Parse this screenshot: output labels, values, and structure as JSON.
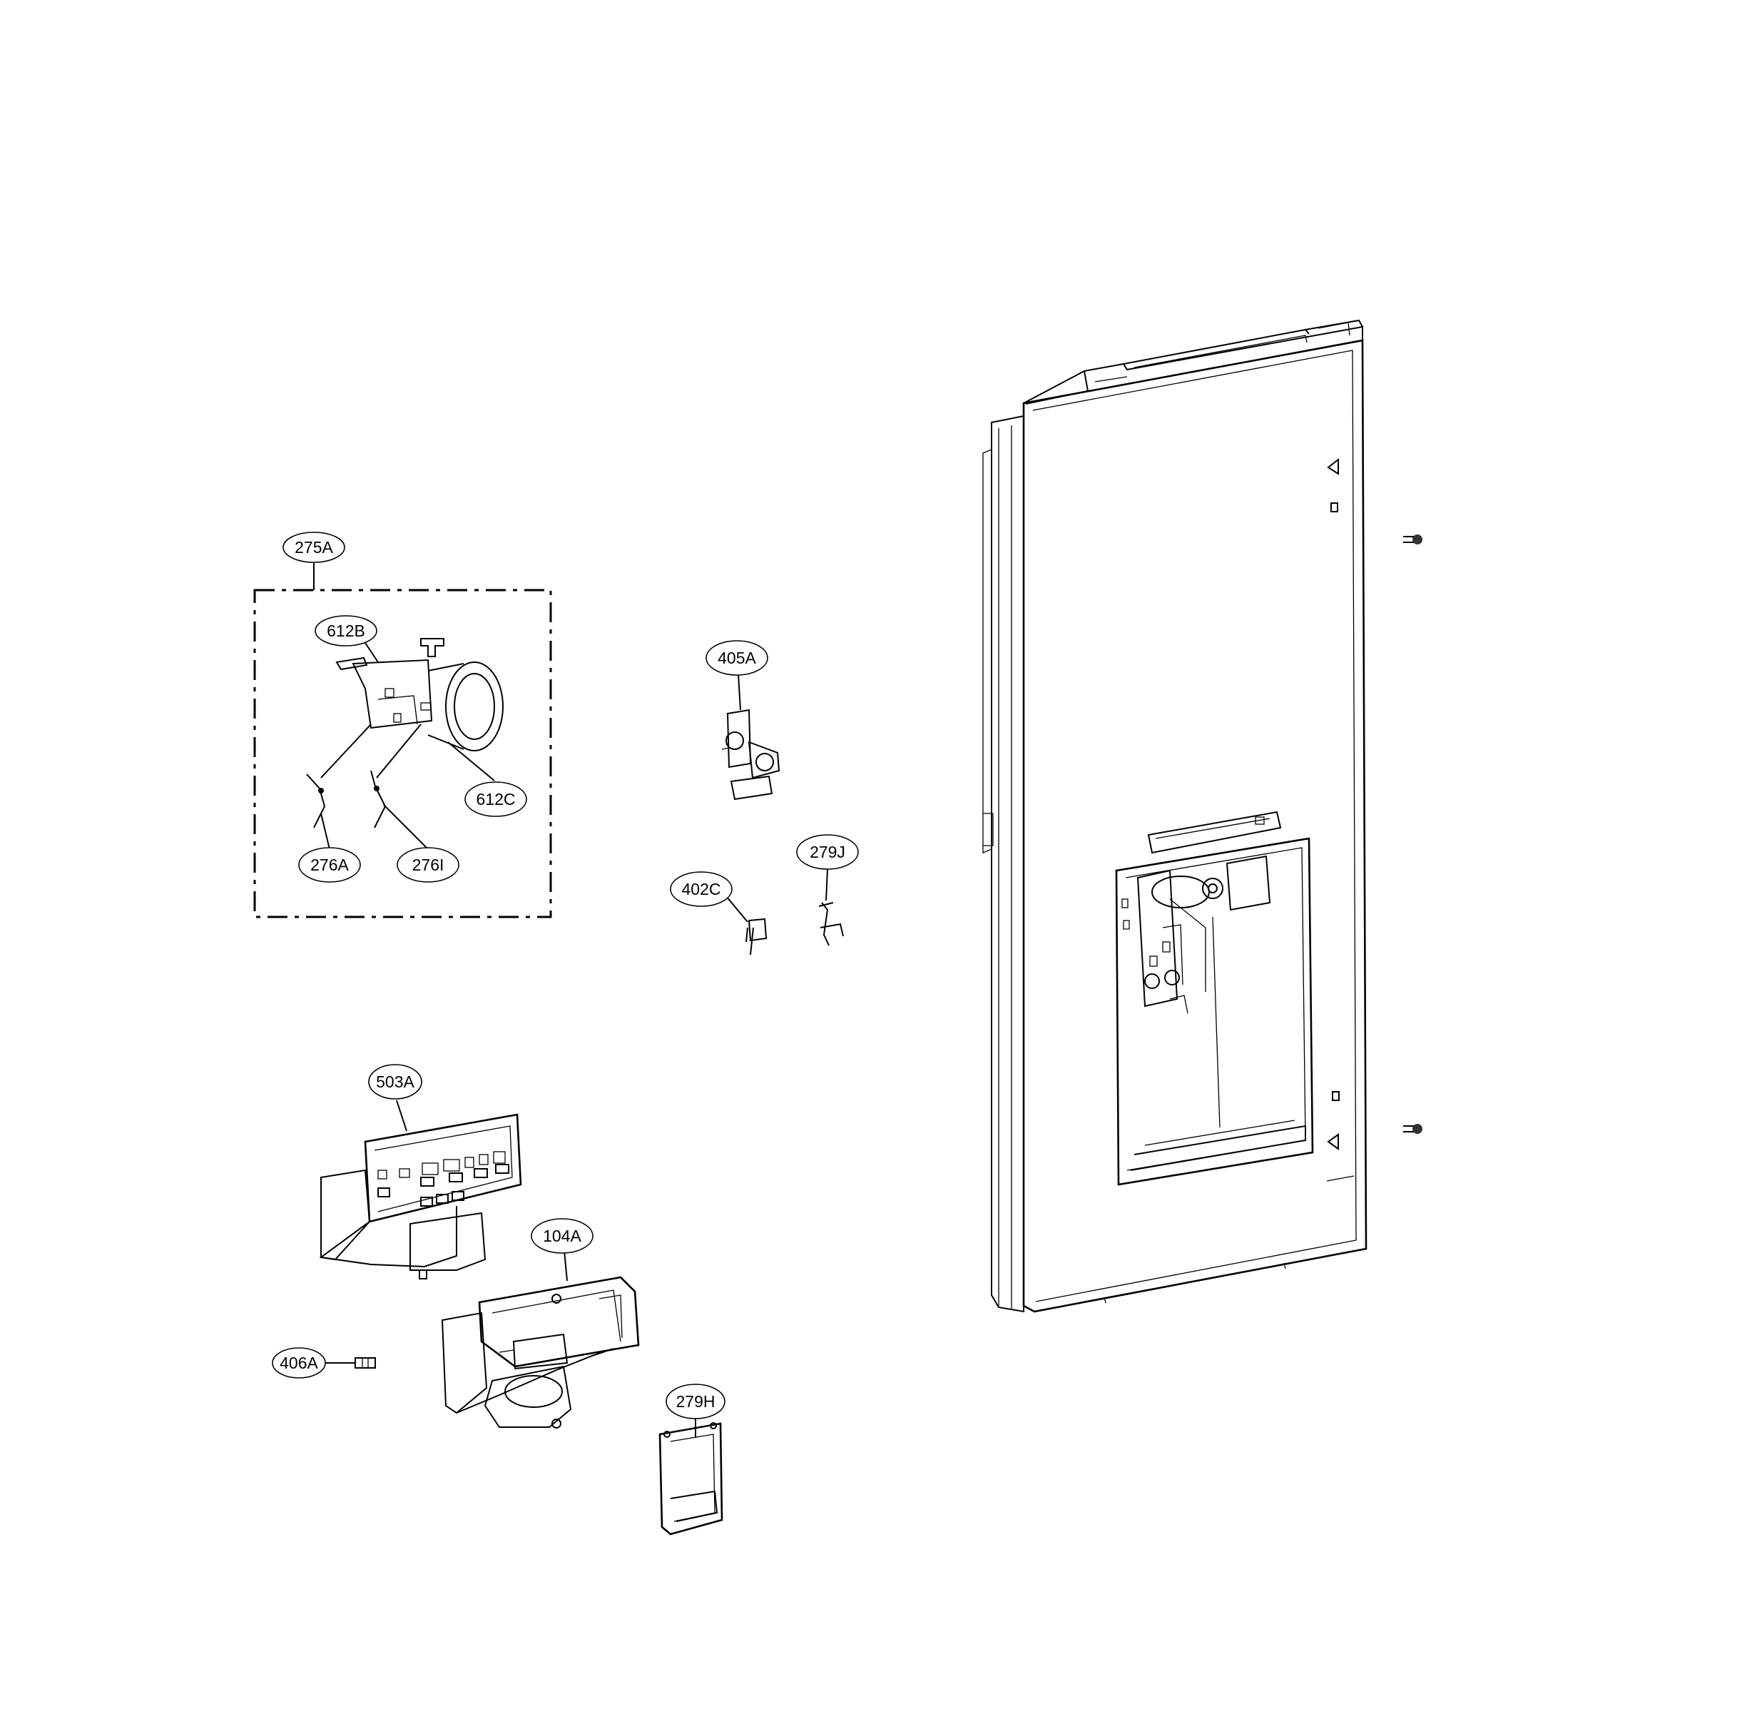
{
  "callouts": [
    {
      "id": "275A",
      "label": "275A"
    },
    {
      "id": "612B",
      "label": "612B"
    },
    {
      "id": "612C",
      "label": "612C"
    },
    {
      "id": "276A",
      "label": "276A"
    },
    {
      "id": "276I",
      "label": "276I"
    },
    {
      "id": "405A",
      "label": "405A"
    },
    {
      "id": "279J",
      "label": "279J"
    },
    {
      "id": "402C",
      "label": "402C"
    },
    {
      "id": "503A",
      "label": "503A"
    },
    {
      "id": "104A",
      "label": "104A"
    },
    {
      "id": "406A",
      "label": "406A"
    },
    {
      "id": "279H",
      "label": "279H"
    }
  ]
}
